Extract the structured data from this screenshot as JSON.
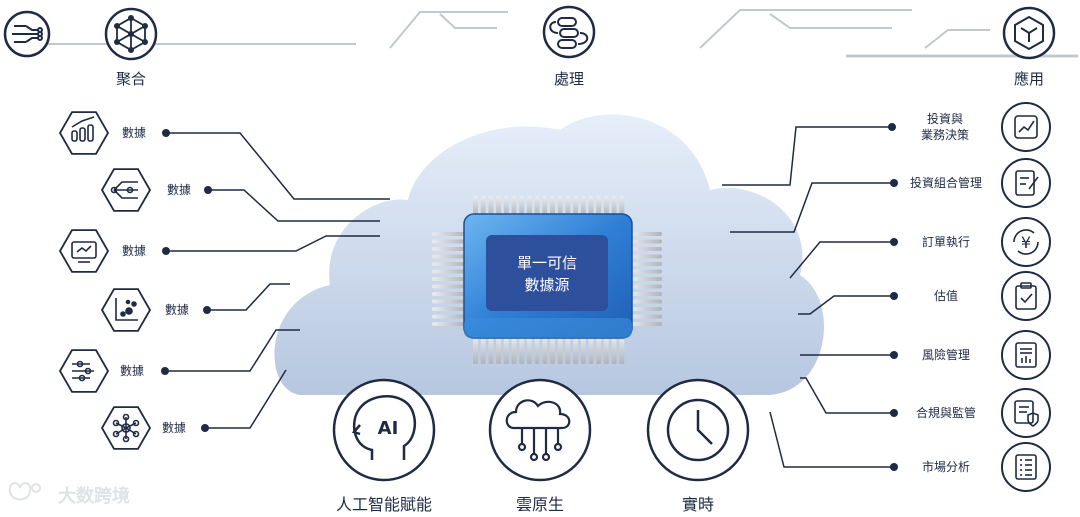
{
  "top": {
    "aggregate_label": "聚合",
    "process_label": "處理",
    "apply_label": "應用"
  },
  "center": {
    "line1": "單一可信",
    "line2": "數據源"
  },
  "left_items": [
    {
      "label": "數據",
      "icon": "growth-chart-icon"
    },
    {
      "label": "數據",
      "icon": "network-hexagon-icon"
    },
    {
      "label": "數據",
      "icon": "monitor-chart-icon"
    },
    {
      "label": "數據",
      "icon": "scatter-plot-icon"
    },
    {
      "label": "數據",
      "icon": "circuit-nodes-icon"
    },
    {
      "label": "數據",
      "icon": "hub-nodes-icon"
    }
  ],
  "right_items": [
    {
      "label1": "投資與",
      "label2": "業務決策",
      "icon": "trend-chart-icon"
    },
    {
      "label1": "投資組合管理",
      "label2": "",
      "icon": "edit-document-icon"
    },
    {
      "label1": "訂單執行",
      "label2": "",
      "icon": "yen-exchange-icon"
    },
    {
      "label1": "估值",
      "label2": "",
      "icon": "clipboard-check-icon"
    },
    {
      "label1": "風險管理",
      "label2": "",
      "icon": "risk-report-icon"
    },
    {
      "label1": "合規與監管",
      "label2": "",
      "icon": "shield-document-icon"
    },
    {
      "label1": "市場分析",
      "label2": "",
      "icon": "list-document-icon"
    }
  ],
  "bottom": {
    "ai_label": "人工智能賦能",
    "ai_icon_text": "AI",
    "cloud_label": "雲原生",
    "realtime_label": "實時"
  },
  "watermark": "大数跨境",
  "colors": {
    "navy": "#1f2a44",
    "chip_blue": "#2f74c9",
    "chip_inner": "#2e4f9c",
    "cloud_top": "#e3ecf8",
    "cloud_bottom": "#b9c9e2",
    "line_gray": "#c3c8d0"
  }
}
